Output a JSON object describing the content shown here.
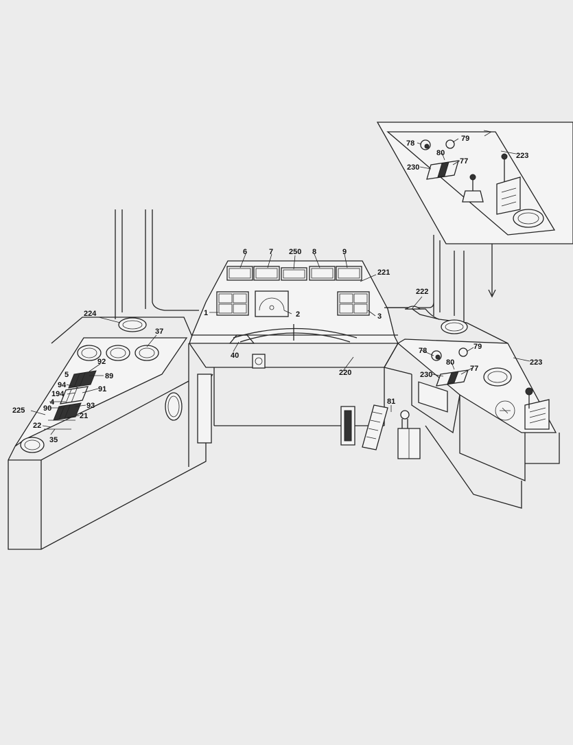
{
  "labels": {
    "l6": "6",
    "l7": "7",
    "l250": "250",
    "l8": "8",
    "l9": "9",
    "l221": "221",
    "l222": "222",
    "l224": "224",
    "l1": "1",
    "l2": "2",
    "l3": "3",
    "l37": "37",
    "l40": "40",
    "l220": "220",
    "l92": "92",
    "l5": "5",
    "l89": "89",
    "l94": "94",
    "l194": "194",
    "l91": "91",
    "l4": "4",
    "l90": "90",
    "l93": "93",
    "l225": "225",
    "l21": "21",
    "l22": "22",
    "l35": "35",
    "l81": "81",
    "l78": "78",
    "l79": "79",
    "l223": "223",
    "l80": "80",
    "l230": "230",
    "l77": "77",
    "i78": "78",
    "i79": "79",
    "i223": "223",
    "i80": "80",
    "i230": "230",
    "i77": "77"
  },
  "colors": {
    "background": "#ececec",
    "line": "#222222",
    "panel": "#f4f4f4"
  }
}
